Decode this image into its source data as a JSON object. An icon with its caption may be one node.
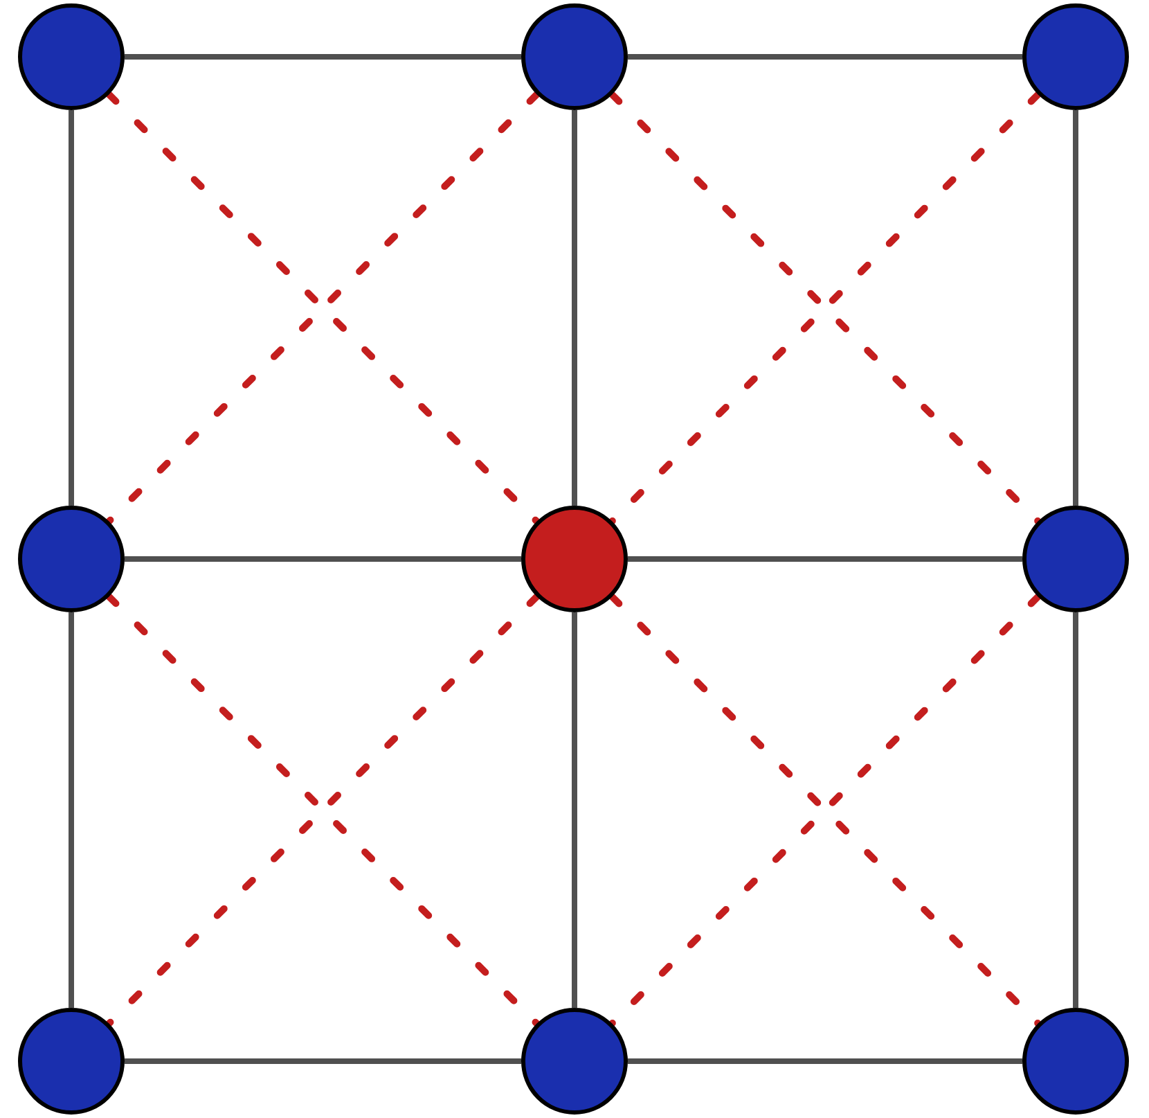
{
  "diagram": {
    "nodes": [
      {
        "text": [],
        "shape": "circle"
      },
      {
        "text": [],
        "shape": "circle"
      },
      {
        "text": [],
        "shape": "circle"
      },
      {
        "text": [],
        "shape": "circle"
      },
      {
        "text": [],
        "shape": "circle"
      },
      {
        "text": [],
        "shape": "circle"
      },
      {
        "text": [],
        "shape": "circle"
      },
      {
        "text": [],
        "shape": "circle"
      },
      {
        "text": [],
        "shape": "circle"
      }
    ],
    "edges": [
      {
        "from": 0,
        "to": 1,
        "arrow": "none"
      },
      {
        "from": 1,
        "to": 2,
        "arrow": "none"
      },
      {
        "from": 0,
        "to": 3,
        "arrow": "none"
      },
      {
        "from": 1,
        "to": 4,
        "arrow": "none"
      },
      {
        "from": 2,
        "to": 5,
        "arrow": "none"
      },
      {
        "from": 3,
        "to": 4,
        "arrow": "none"
      },
      {
        "from": 4,
        "to": 5,
        "arrow": "none"
      },
      {
        "from": 3,
        "to": 6,
        "arrow": "none"
      },
      {
        "from": 4,
        "to": 7,
        "arrow": "none"
      },
      {
        "from": 5,
        "to": 8,
        "arrow": "none"
      },
      {
        "from": 6,
        "to": 7,
        "arrow": "none"
      },
      {
        "from": 7,
        "to": 8,
        "arrow": "none"
      },
      {
        "from": 0,
        "to": 4,
        "arrow": "none",
        "style": "dashed",
        "color": "#c41e1e"
      },
      {
        "from": 1,
        "to": 3,
        "arrow": "none",
        "style": "dashed",
        "color": "#c41e1e"
      },
      {
        "from": 1,
        "to": 5,
        "arrow": "none",
        "style": "dashed",
        "color": "#c41e1e"
      },
      {
        "from": 2,
        "to": 4,
        "arrow": "none",
        "style": "dashed",
        "color": "#c41e1e"
      },
      {
        "from": 3,
        "to": 7,
        "arrow": "none",
        "style": "dashed",
        "color": "#c41e1e"
      },
      {
        "from": 4,
        "to": 6,
        "arrow": "none",
        "style": "dashed",
        "color": "#c41e1e"
      },
      {
        "from": 4,
        "to": 8,
        "arrow": "none",
        "style": "dashed",
        "color": "#c41e1e"
      },
      {
        "from": 5,
        "to": 7,
        "arrow": "none",
        "style": "dashed",
        "color": "#c41e1e"
      }
    ]
  }
}
